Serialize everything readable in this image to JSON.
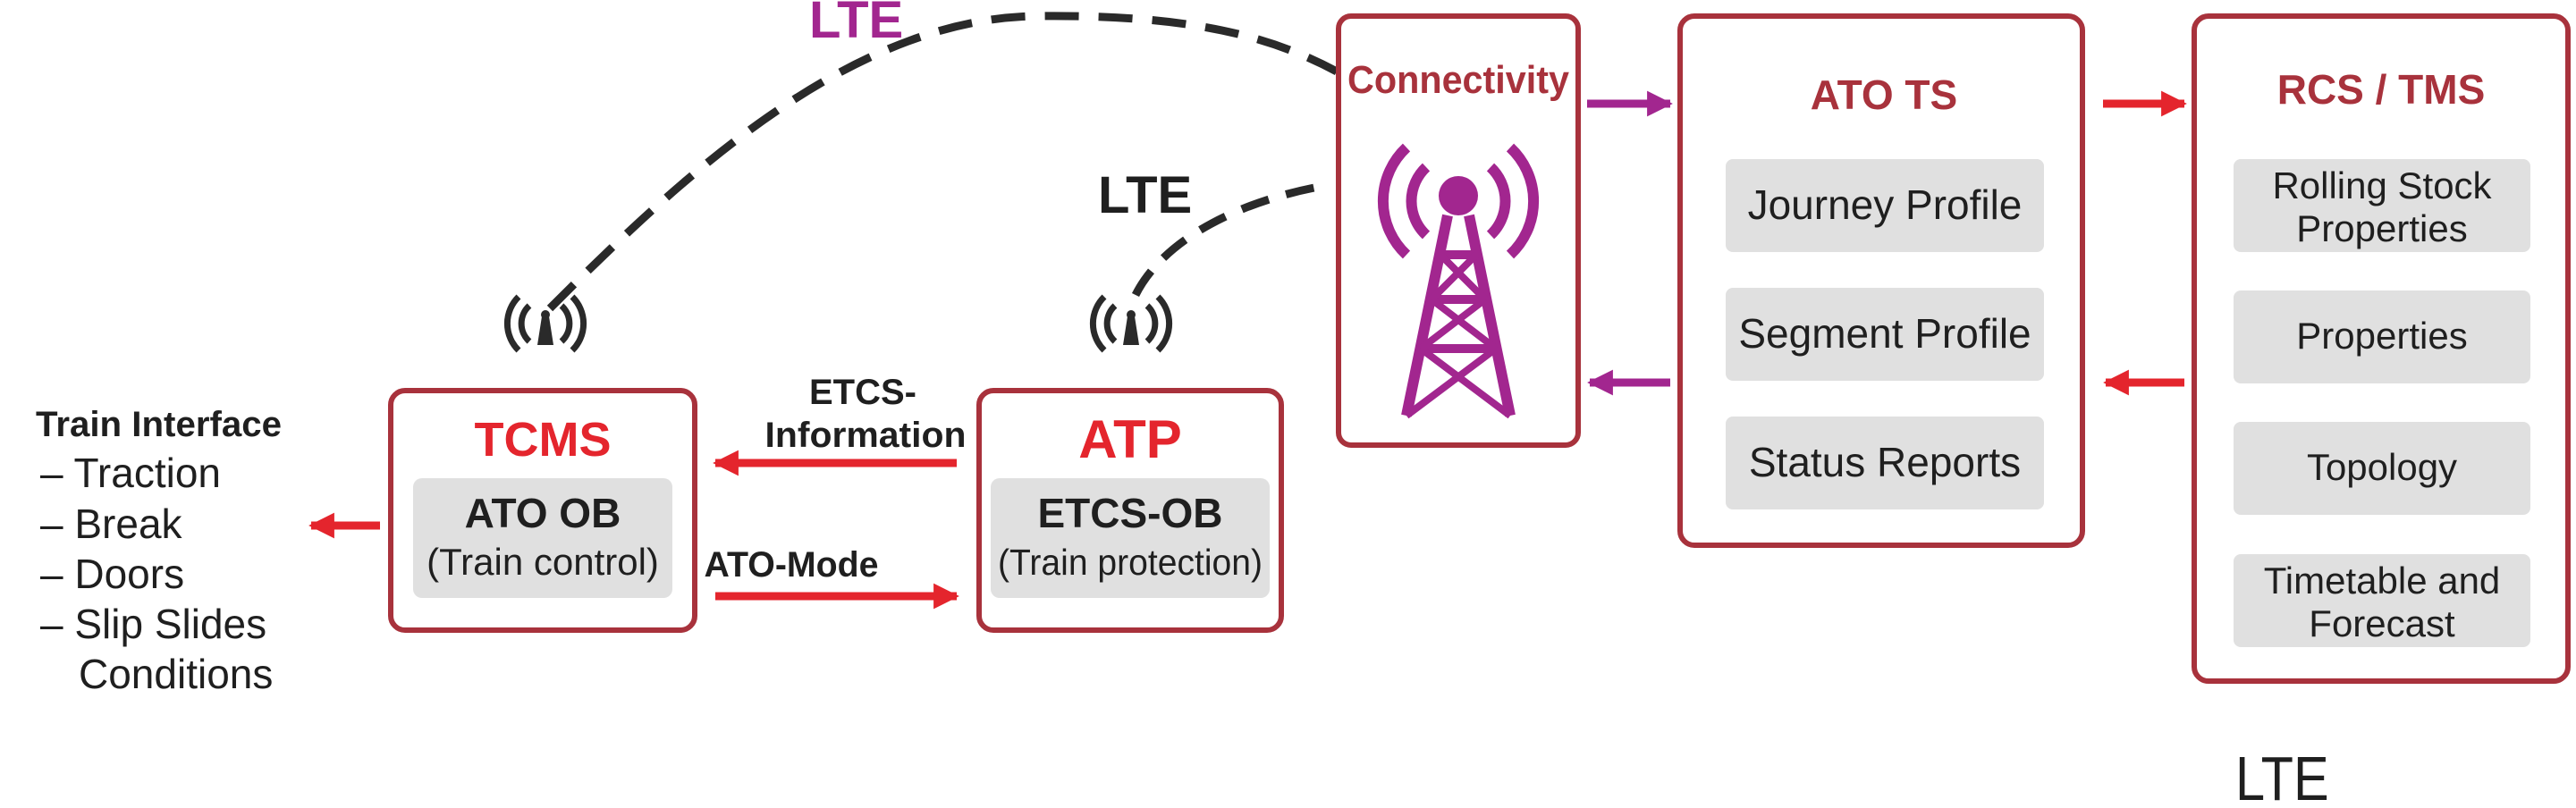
{
  "colors": {
    "frame": "#a8323c",
    "title_red": "#e4252d",
    "purple": "#a2268f",
    "inner_fill": "#e0e0e0",
    "text_dark": "#1f1f1f",
    "arrow_red": "#e4252d",
    "arrow_purple": "#a2268f"
  },
  "train_interface": {
    "title": "Train Interface",
    "items": [
      "– Traction",
      "– Break",
      "– Doors",
      "– Slip Slides",
      "Conditions"
    ]
  },
  "tcms": {
    "title": "TCMS",
    "inner_title": "ATO OB",
    "inner_sub": "(Train control)"
  },
  "atp": {
    "title": "ATP",
    "inner_title": "ETCS-OB",
    "inner_sub": "(Train protection)"
  },
  "links": {
    "etcs_info_line1": "ETCS-",
    "etcs_info_line2": "Information",
    "ato_mode": "ATO-Mode"
  },
  "lte_labels": {
    "top": "LTE",
    "middle": "LTE",
    "bottom": "LTE"
  },
  "connectivity": {
    "title": "Connectivity",
    "icon": "radio-tower-icon"
  },
  "ato_ts": {
    "title": "ATO TS",
    "items": [
      "Journey Profile",
      "Segment Profile",
      "Status Reports"
    ]
  },
  "rcs_tms": {
    "title": "RCS / TMS",
    "items": [
      [
        "Rolling Stock",
        "Properties"
      ],
      [
        "Properties"
      ],
      [
        "Topology"
      ],
      [
        "Timetable and",
        "Forecast"
      ]
    ]
  },
  "antenna_icon": "antenna-signal-icon"
}
